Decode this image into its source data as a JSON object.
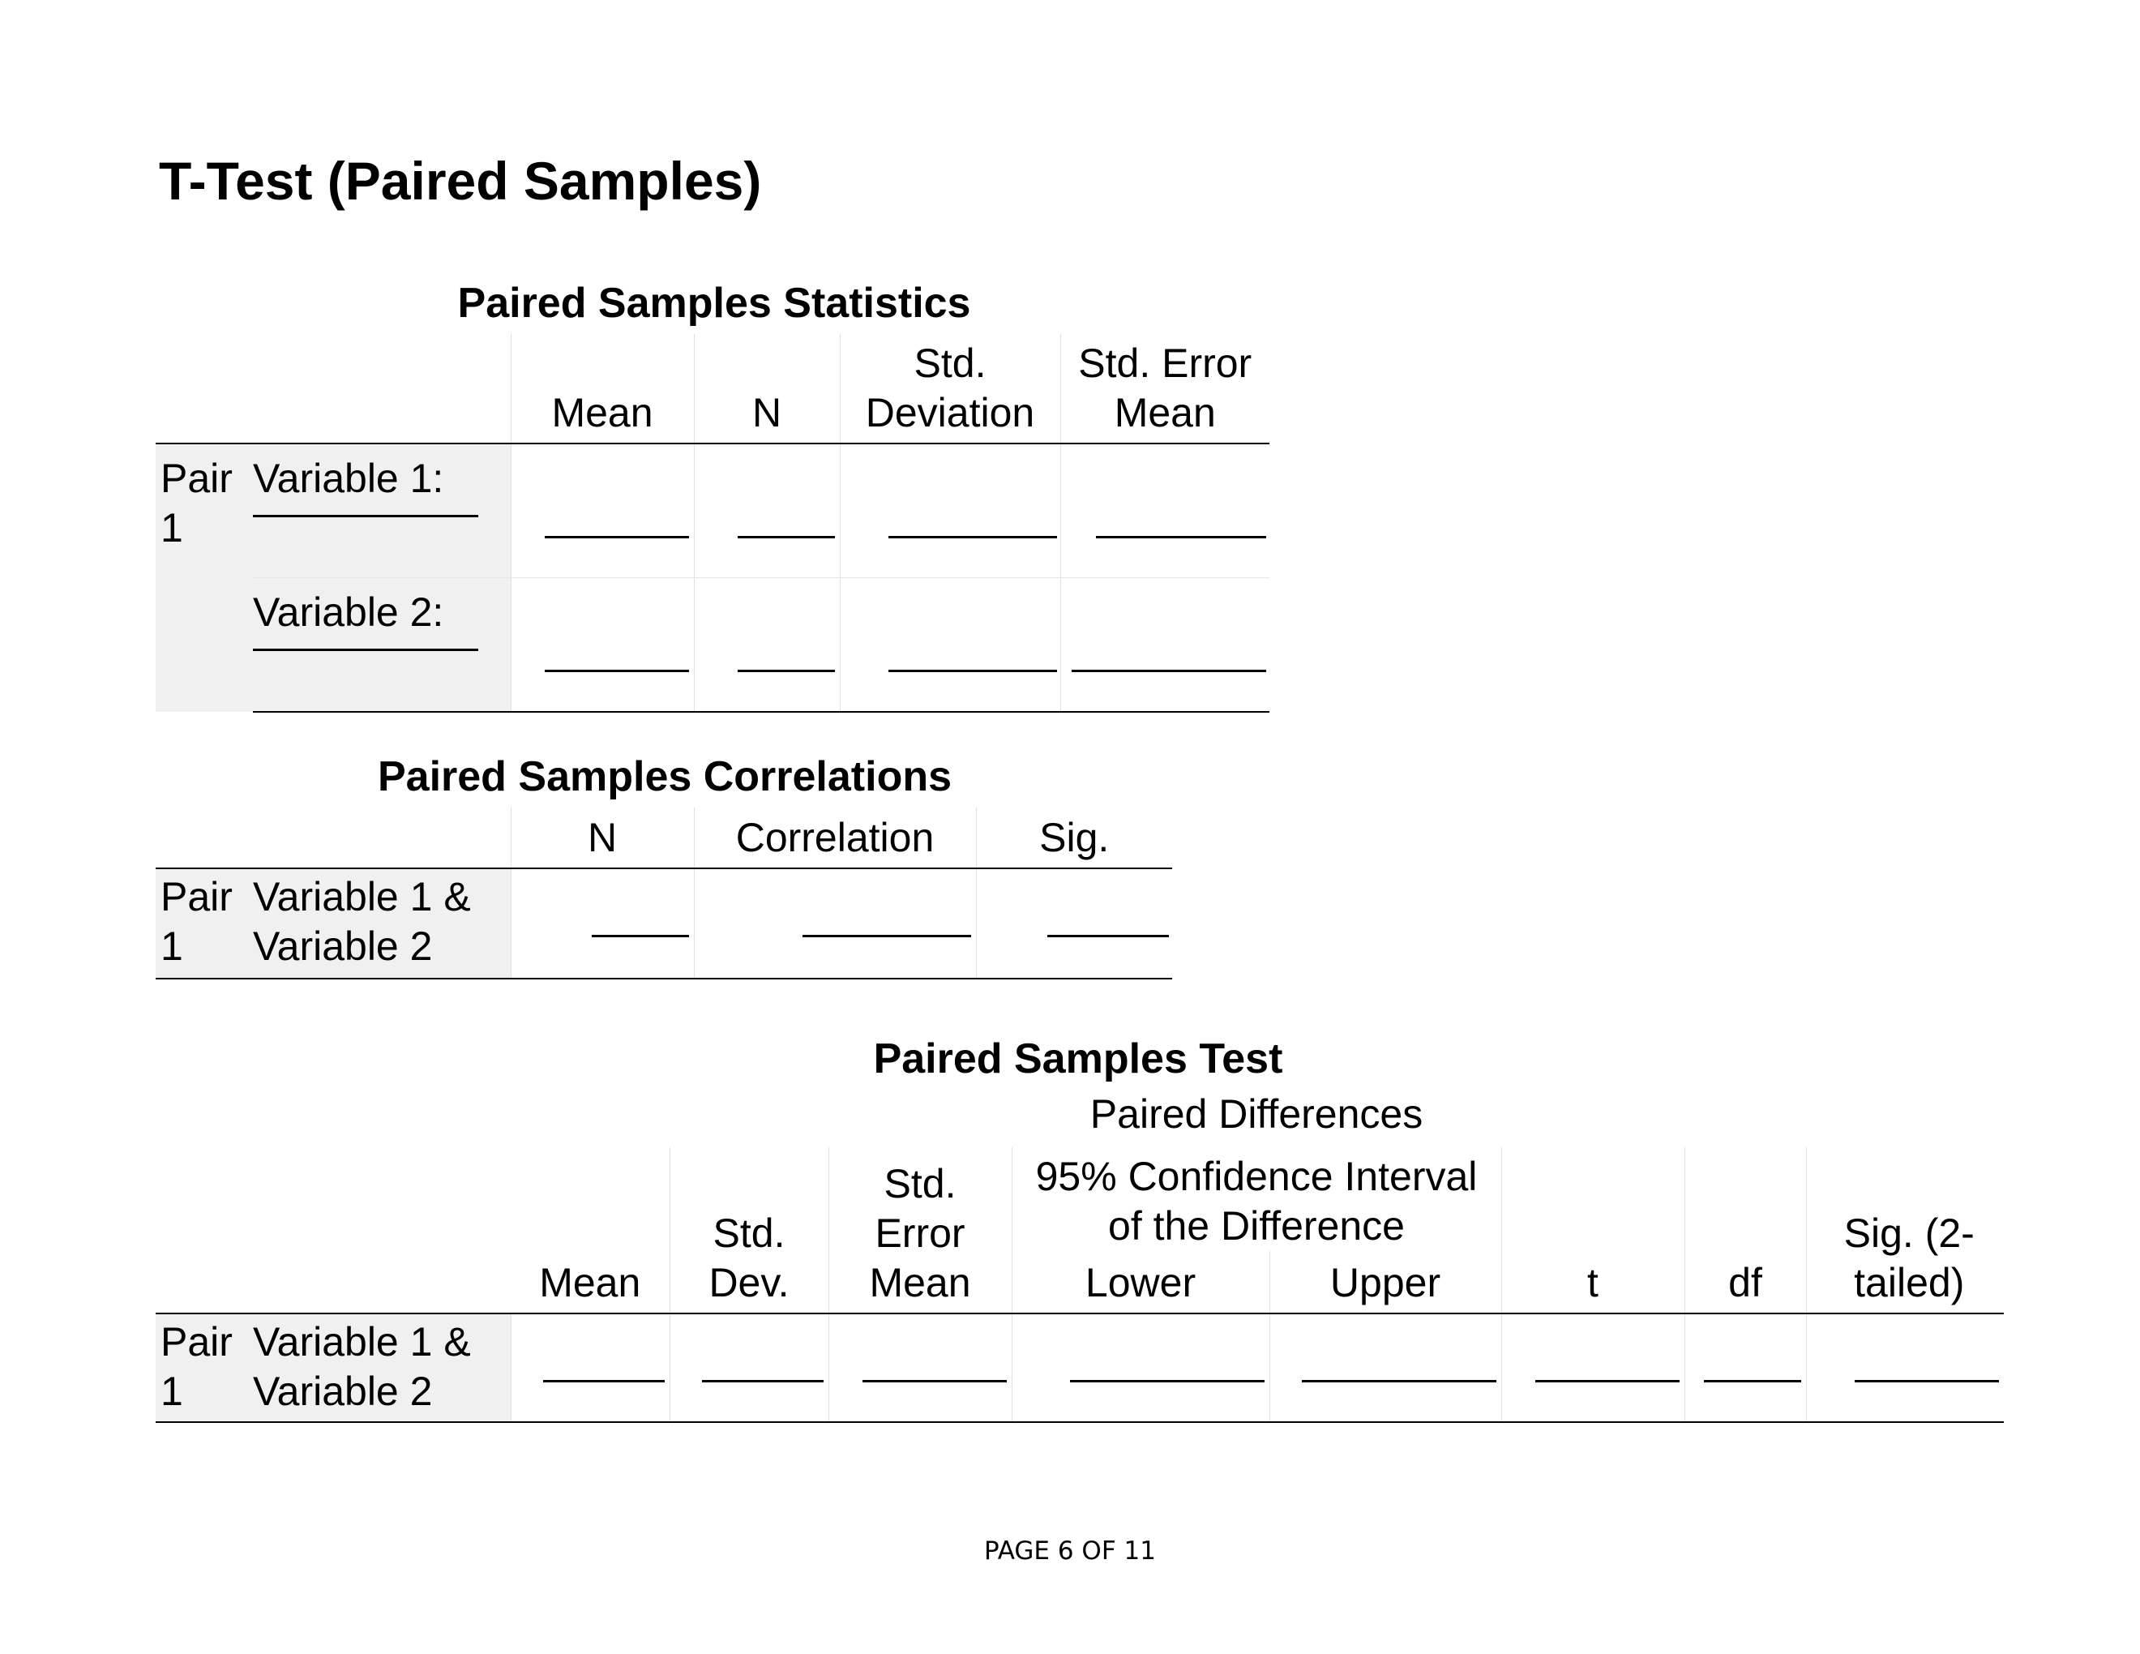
{
  "document": {
    "title": "T-Test (Paired Samples)",
    "footer": "PAGE 6 OF 11"
  },
  "statistics": {
    "caption": "Paired Samples Statistics",
    "headers": [
      "Mean",
      "N",
      "Std. Deviation",
      "Std. Error Mean"
    ],
    "pair_label": "Pair 1",
    "rows": [
      {
        "variable": "Variable 1:"
      },
      {
        "variable": "Variable 2:"
      }
    ]
  },
  "correlations": {
    "caption": "Paired Samples Correlations",
    "headers": [
      "N",
      "Correlation",
      "Sig."
    ],
    "pair_label": "Pair 1",
    "variable": "Variable 1 & Variable 2"
  },
  "test": {
    "caption": "Paired Samples Test",
    "group_header": "Paired Differences",
    "ci_header": "95% Confidence Interval of the Difference",
    "headers": {
      "mean": "Mean",
      "std_dev": "Std. Dev.",
      "std_err": "Std. Error Mean",
      "lower": "Lower",
      "upper": "Upper",
      "t": "t",
      "df": "df",
      "sig": "Sig. (2-tailed)"
    },
    "pair_label": "Pair 1",
    "variable": "Variable 1 & Variable 2"
  }
}
